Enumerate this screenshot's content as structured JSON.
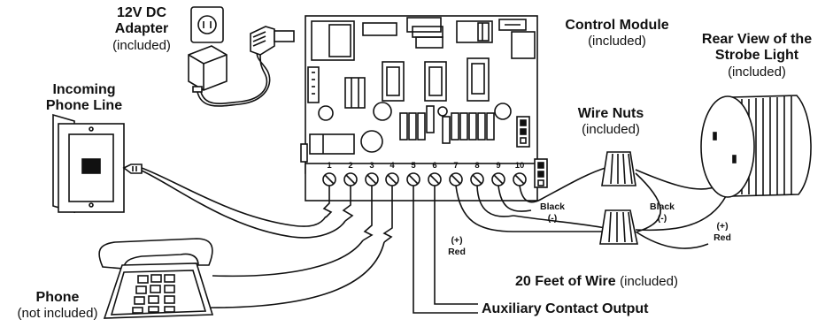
{
  "labels": {
    "adapter_title": "12V DC\nAdapter",
    "adapter_note": "(included)",
    "control_title": "Control Module",
    "control_note": "(included)",
    "strobe_title": "Rear View of the\nStrobe Light",
    "strobe_note": "(included)",
    "phone_line_title": "Incoming\nPhone Line",
    "wire_nuts_title": "Wire Nuts",
    "wire_nuts_note": "(included)",
    "wire_length_title": "20 Feet of Wire",
    "wire_length_note": "(included)",
    "phone_title": "Phone",
    "phone_note": "(not included)",
    "aux_output": "Auxiliary Contact Output",
    "black_neg_1": "Black\n(-)",
    "black_neg_2": "Black\n(-)",
    "red_pos_1": "(+)\nRed",
    "red_pos_2": "(+)\nRed"
  },
  "terminals": [
    "1",
    "2",
    "3",
    "4",
    "5",
    "6",
    "7",
    "8",
    "9",
    "10"
  ],
  "colors": {
    "ink": "#111111",
    "background": "#ffffff"
  }
}
